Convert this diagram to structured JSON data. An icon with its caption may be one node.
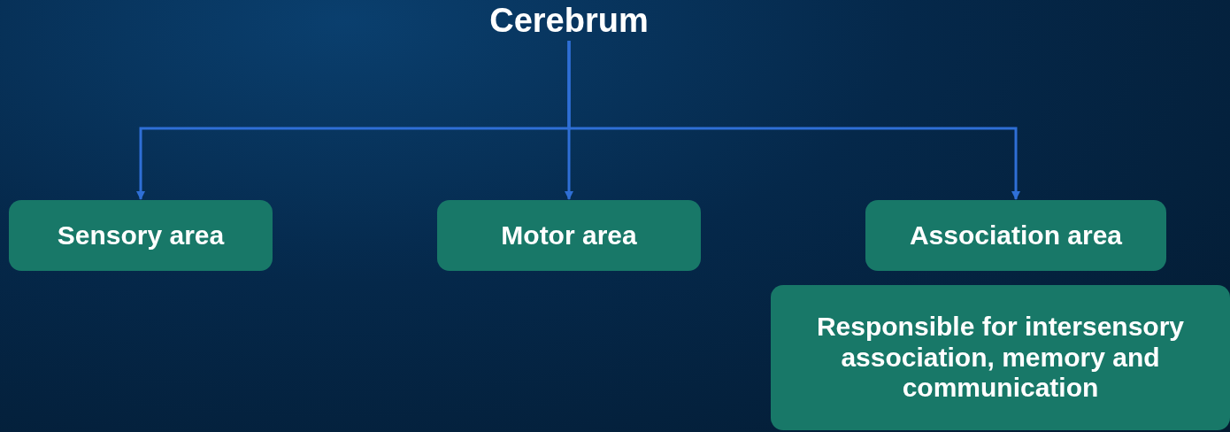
{
  "diagram": {
    "nodes": [
      {
        "text": [
          "Cerebrum"
        ]
      },
      {
        "text": [
          "Sensory area"
        ]
      },
      {
        "text": [
          "Motor area"
        ]
      },
      {
        "text": [
          "Association area"
        ]
      },
      {
        "text": [
          "Responsible for intersensory association, memory and communication"
        ]
      }
    ],
    "edges": [
      {
        "from": 0,
        "to": 1,
        "arrow": "to"
      },
      {
        "from": 0,
        "to": 2,
        "arrow": "to"
      },
      {
        "from": 0,
        "to": 3,
        "arrow": "to"
      }
    ]
  }
}
